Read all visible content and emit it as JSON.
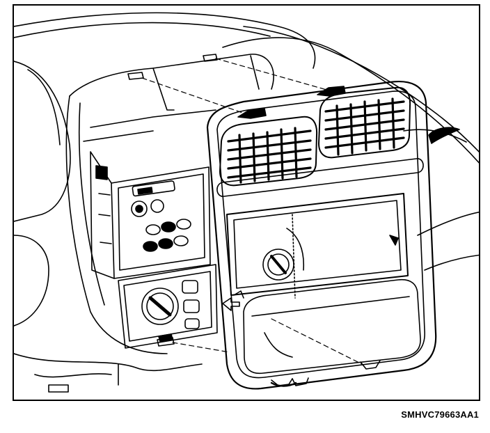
{
  "figure": {
    "code": "SMHVC79663AA1"
  },
  "components": {
    "dashboard": "instrument-panel",
    "bezel": "instrument-panel-center-trim-bezel",
    "vents": [
      "center-air-outlet-left",
      "center-air-outlet-right"
    ],
    "radio": "radio-head-unit",
    "hvac": "hvac-control-assembly"
  },
  "icons": [
    "retaining-clip-icon",
    "alignment-arrow-icon"
  ],
  "colors": {
    "ink": "#000000",
    "paper": "#ffffff"
  }
}
